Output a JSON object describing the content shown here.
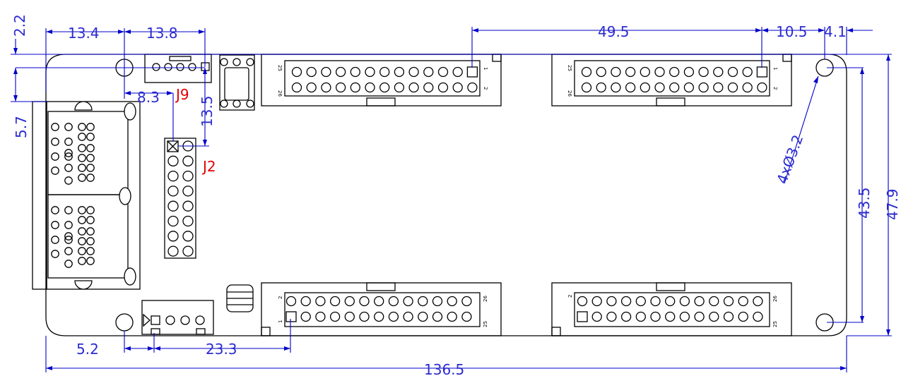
{
  "dimensions": {
    "d_13_4": "13.4",
    "d_13_8": "13.8",
    "d_2_2": "2.2",
    "d_49_5": "49.5",
    "d_10_5": "10.5",
    "d_4_1": "4.1",
    "d_5_7": "5.7",
    "d_8_3": "8.3",
    "d_13_5": "13.5",
    "d_holes": "4xØ3.2",
    "d_43_5": "43.5",
    "d_47_9": "47.9",
    "d_5_2": "5.2",
    "d_23_3": "23.3",
    "d_136_5": "136.5"
  },
  "labels": {
    "j9": "J9",
    "j2": "J2"
  },
  "pins": {
    "top_left_first": "1",
    "top_left_second": "2",
    "top_left_last_a": "25",
    "top_left_last_b": "26",
    "top_right_first": "1",
    "top_right_second": "2",
    "top_right_last_a": "25",
    "top_right_last_b": "26",
    "bottom_left_first": "1",
    "bottom_left_second": "2",
    "bottom_left_last_a": "25",
    "bottom_left_last_b": "26",
    "bottom_right_first": "1",
    "bottom_right_second": "2",
    "bottom_right_last_a": "25",
    "bottom_right_last_b": "26"
  },
  "colors": {
    "outline": "#000000",
    "dimension": "#0000cc",
    "label": "#e00000"
  }
}
